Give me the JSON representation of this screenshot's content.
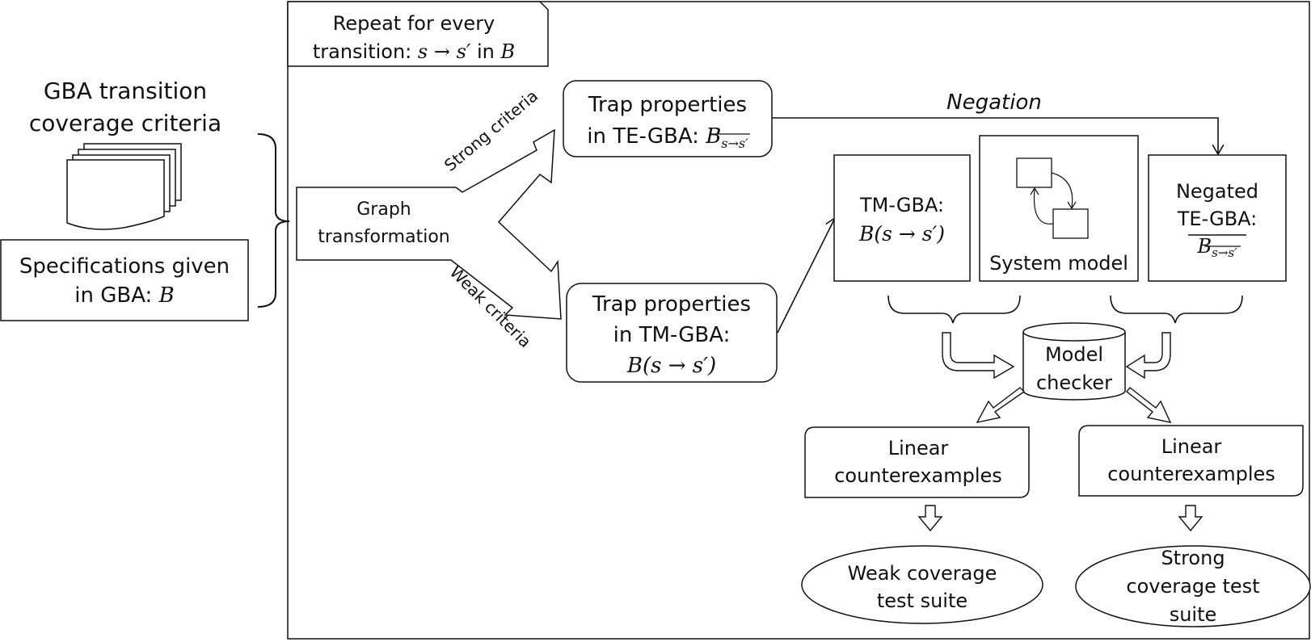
{
  "repeat_box": {
    "line1": "Repeat for every",
    "line2_prefix": "transition: ",
    "line2_math": "s → s′",
    "line2_in": " in ",
    "line2_B": "B"
  },
  "criteria": {
    "title_line1": "GBA transition",
    "title_line2": "coverage criteria"
  },
  "spec": {
    "line1": "Specifications given",
    "line2_prefix": "in GBA: ",
    "line2_B": "B"
  },
  "graph": {
    "line1": "Graph",
    "line2": "transformation"
  },
  "strong_label": "Strong criteria",
  "weak_label": "Weak criteria",
  "trap_te": {
    "line1": "Trap properties",
    "line2_prefix": "in TE-GBA: ",
    "B": "B",
    "sub": "s→s′"
  },
  "trap_tm": {
    "line1": "Trap properties",
    "line2": "in TM-GBA:",
    "line3": "B(s → s′)"
  },
  "negation": "Negation",
  "tm_gba": {
    "line1": "TM-GBA:",
    "line2": "B(s → s′)"
  },
  "system_model": "System model",
  "negated": {
    "line1": "Negated",
    "line2": "TE-GBA:",
    "B": "B",
    "sub": "s→s′"
  },
  "model_checker": {
    "line1": "Model",
    "line2": "checker"
  },
  "linear_left": {
    "line1": "Linear",
    "line2": "counterexamples"
  },
  "linear_right": {
    "line1": "Linear",
    "line2": "counterexamples"
  },
  "weak_suite": {
    "line1": "Weak coverage",
    "line2": "test suite"
  },
  "strong_suite": {
    "line1": "Strong",
    "line2": "coverage test",
    "line3": "suite"
  }
}
